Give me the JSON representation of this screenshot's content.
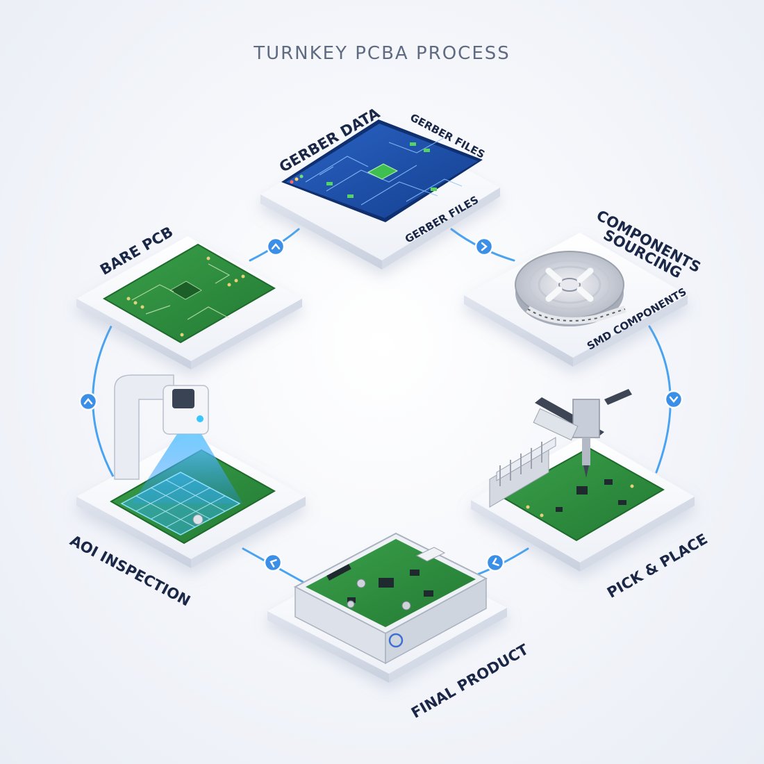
{
  "title": "TURNKEY PCBA PROCESS",
  "colors": {
    "connector": "#4aa3f0",
    "arrow_badge": "#3b8fe6",
    "pcb_green": "#2f8f3e",
    "blueprint": "#1d4fa8",
    "label": "#1b2746",
    "platform": "#f4f6fb"
  },
  "steps": [
    {
      "id": "gerber",
      "label": "GERBER DATA",
      "sublabel_1": "GERBER FILES",
      "sublabel_2": "GERBER FILES",
      "icon": "blueprint-screen-icon"
    },
    {
      "id": "components",
      "label_line1": "COMPONENTS",
      "label_line2": "SOURCING",
      "sublabel": "SMD COMPONENTS",
      "icon": "component-reel-icon"
    },
    {
      "id": "pickplace",
      "label": "PICK & PLACE",
      "icon": "pick-place-machine-icon"
    },
    {
      "id": "final",
      "label": "FINAL PRODUCT",
      "icon": "enclosure-board-icon"
    },
    {
      "id": "aoi",
      "label": "AOI INSPECTION",
      "icon": "aoi-scanner-icon"
    },
    {
      "id": "bare",
      "label": "BARE PCB",
      "icon": "bare-pcb-icon"
    }
  ],
  "arrow_glyph": "›"
}
